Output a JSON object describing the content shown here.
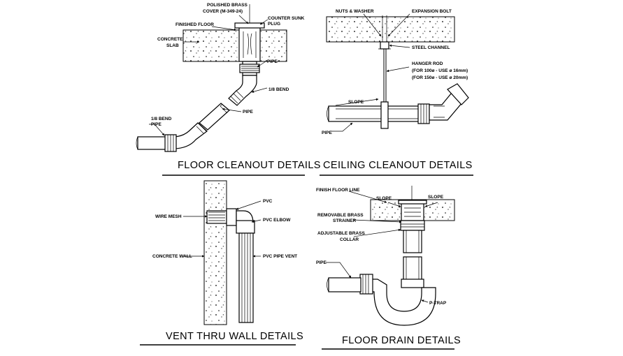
{
  "colors": {
    "ink": "#000000",
    "paper": "#ffffff"
  },
  "floor_cleanout": {
    "title": "FLOOR CLEANOUT DETAILS",
    "labels": {
      "cover": "POLISHED BRASS",
      "cover2": "COVER (M-349-24)",
      "plug": "COUNTER SUNK",
      "plug2": "PLUG",
      "floor": "FINISHED FLOOR",
      "slab": "CONCRETE",
      "slab2": "SLAB",
      "pipe1": "PIPE",
      "bend1": "1/8 BEND",
      "pipe2": "PIPE",
      "bend2": "1/8 BEND",
      "pipe3": "PIPE"
    }
  },
  "ceiling_cleanout": {
    "title": "CEILING CLEANOUT DETAILS",
    "labels": {
      "nuts": "NUTS & WASHER",
      "bolt": "EXPANSION BOLT",
      "channel": "STEEL CHANNEL",
      "rod": "HANGER ROD",
      "rod2": "(FOR 100ø - USE ø 16mm)",
      "rod3": "(FOR 150ø - USE ø 20mm)",
      "slope": "SLOPE",
      "pipe": "PIPE"
    }
  },
  "vent_wall": {
    "title": "VENT THRU WALL DETAILS",
    "labels": {
      "pvc": "PVC",
      "mesh": "WIRE MESH",
      "elbow": "PVC ELBOW",
      "wall": "CONCRETE WALL",
      "vent": "PVC PIPE VENT"
    }
  },
  "floor_drain": {
    "title": "FLOOR DRAIN DETAILS",
    "labels": {
      "finish": "FINISH FLOOR LINE",
      "slope1": "SLOPE",
      "slope2": "SLOPE",
      "strainer": "REMOVABLE BRASS",
      "strainer2": "STRAINER",
      "collar": "ADJUSTABLE BRASS",
      "collar2": "COLLAR",
      "pipe": "PIPE",
      "trap": "P-TRAP"
    }
  }
}
